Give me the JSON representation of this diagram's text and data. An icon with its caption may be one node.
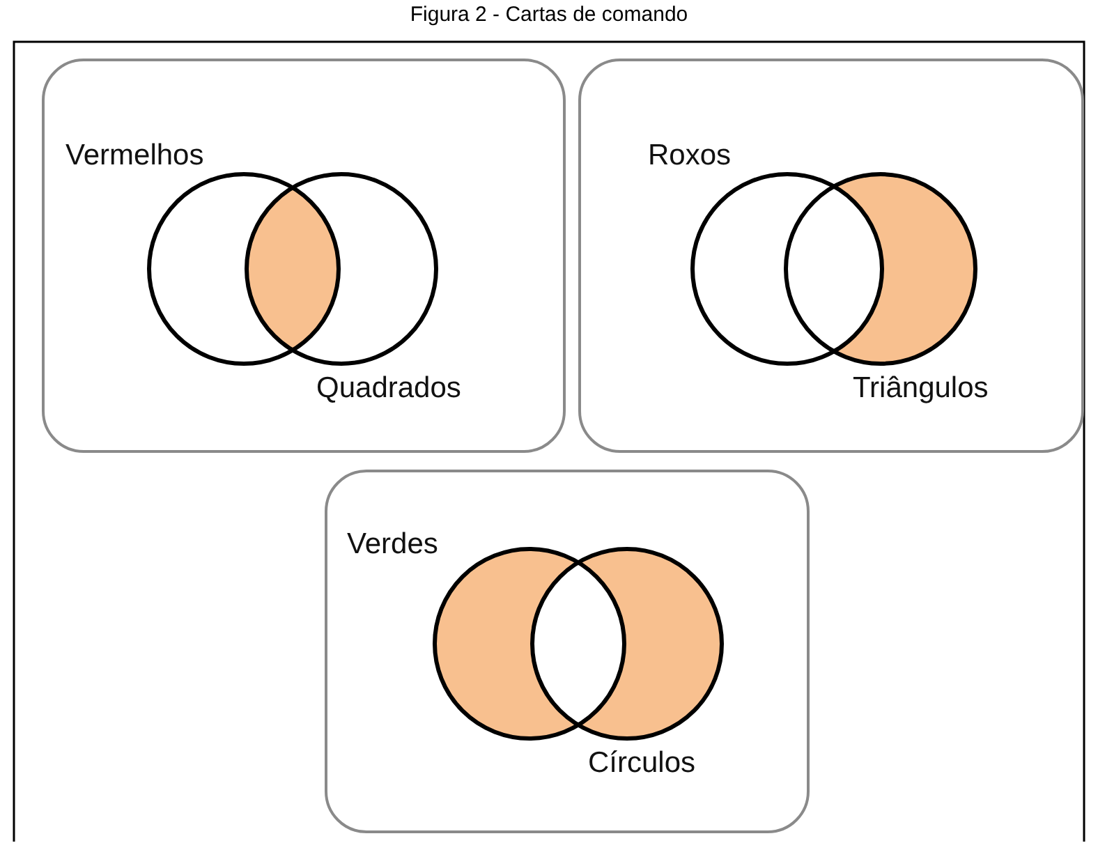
{
  "diagram": {
    "title": "Figura 2 - Cartas de comando",
    "nodes": [
      {
        "text": [],
        "shape": "box"
      },
      {
        "text": [
          "Vermelhos"
        ],
        "in": 0
      },
      {
        "text": [
          "Quadrados"
        ],
        "in": 0
      },
      {
        "text": [],
        "shape": "box"
      },
      {
        "text": [
          "Roxos"
        ],
        "in": 3
      },
      {
        "text": [
          "Triângulos"
        ],
        "in": 3
      },
      {
        "text": [],
        "shape": "box"
      },
      {
        "text": [
          "Verdes"
        ],
        "in": 6
      },
      {
        "text": [
          "Círculos"
        ],
        "in": 6
      }
    ],
    "edges": []
  }
}
